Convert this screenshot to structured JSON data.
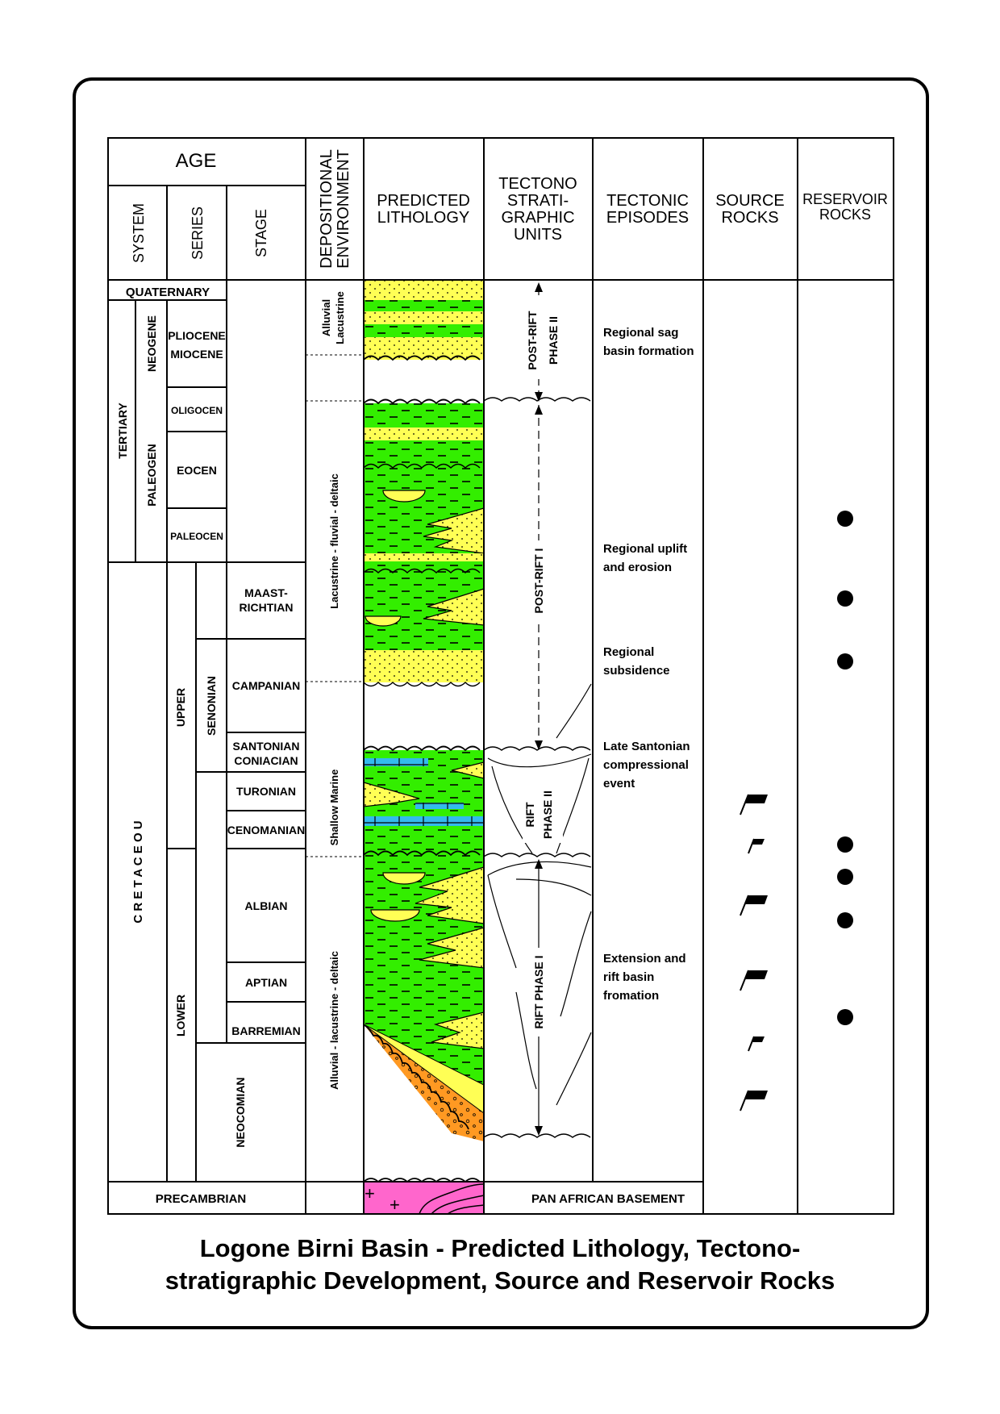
{
  "header": {
    "age": "AGE",
    "system": "SYSTEM",
    "series": "SERIES",
    "stage": "STAGE",
    "depositional_environment": [
      "DEPOSITIONAL",
      "ENVIRONMENT"
    ],
    "predicted_lithology": [
      "PREDICTED",
      "LITHOLOGY"
    ],
    "tectono_units": [
      "TECTONO",
      "STRATI-",
      "GRAPHIC",
      "UNITS"
    ],
    "tectonic_episodes": [
      "TECTONIC",
      "EPISODES"
    ],
    "source_rocks": [
      "SOURCE",
      "ROCKS"
    ],
    "reservoir_rocks": [
      "RESERVOIR",
      "ROCKS"
    ]
  },
  "systems": {
    "quaternary": "QUATERNARY",
    "tertiary": "TERTIARY",
    "cretaceous": "C R E T A C E O U",
    "precambrian": "PRECAMBRIAN"
  },
  "series": {
    "neogene": "NEOGENE",
    "paleogen": "PALEOGEN",
    "upper": "UPPER",
    "lower": "LOWER",
    "senonian": "SENONIAN"
  },
  "stages": {
    "pliocene": "PLIOCENE",
    "miocene": "MIOCENE",
    "oligocen": "OLIGOCEN",
    "eocen": "EOCEN",
    "paleocen": "PALEOCEN",
    "maastrichtian": [
      "MAAST-",
      "RICHTIAN"
    ],
    "campanian": "CAMPANIAN",
    "santonian": "SANTONIAN",
    "coniacian": "CONIACIAN",
    "turonian": "TURONIAN",
    "cenomanian": "CENOMANIAN",
    "albian": "ALBIAN",
    "aptian": "APTIAN",
    "barremian": "BARREMIAN",
    "neocomian": "NEOCOMIAN"
  },
  "environments": {
    "alluvial_lacustrine": [
      "Alluvial",
      "Lacustrine"
    ],
    "lacustrine_fluvial_deltaic": "Lacustrine - fluvial - deltaic",
    "shallow_marine": "Shallow Marine",
    "alluvial_lacustrine_deltaic": "Alluvial - lacustrine - deltaic"
  },
  "tectono_units": {
    "post_rift_phase_2": [
      "POST-RIFT",
      "PHASE II"
    ],
    "post_rift_1": "POST-RIFT I",
    "rift_phase_2": [
      "RIFT",
      "PHASE II"
    ],
    "rift_phase_1": "RIFT PHASE I",
    "pan_african_basement": "PAN AFRICAN BASEMENT"
  },
  "episodes": {
    "sag": [
      "Regional sag",
      "basin formation"
    ],
    "uplift": [
      "Regional uplift",
      "and erosion"
    ],
    "subsidence": [
      "Regional",
      "subsidence"
    ],
    "santonian": [
      "Late Santonian",
      "compressional",
      "event"
    ],
    "extension": [
      "Extension and",
      "rift basin",
      "fromation"
    ]
  },
  "colors": {
    "lacustrine_green": "#33ee00",
    "sand_yellow": "#ffff55",
    "limestone_blue": "#33bbee",
    "conglomerate_orange": "#ff9922",
    "basement_pink": "#ff66cc"
  },
  "source_flag_count": 6,
  "reservoir_dot_count": 7,
  "caption": [
    "Logone Birni Basin - Predicted Lithology, Tectono-",
    "stratigraphic Development, Source and Reservoir Rocks"
  ]
}
